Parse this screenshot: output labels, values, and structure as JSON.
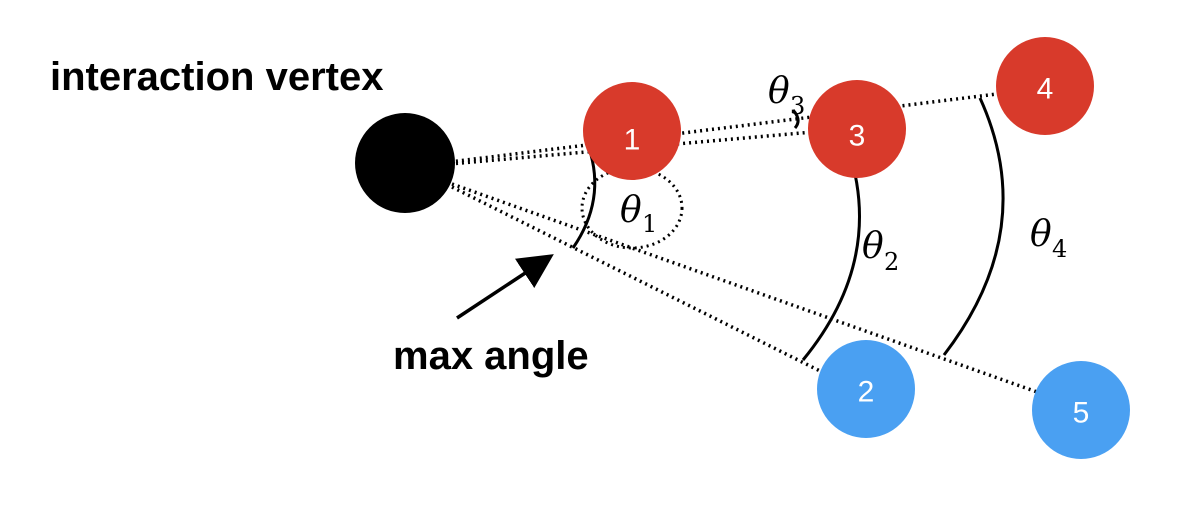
{
  "title": "interaction vertex",
  "annotation": "max angle",
  "colors": {
    "vertex": "#000000",
    "red": "#d83a2b",
    "blue": "#4aa0f2",
    "line": "#000000"
  },
  "nodes": [
    {
      "label": "1",
      "color": "red"
    },
    {
      "label": "2",
      "color": "blue"
    },
    {
      "label": "3",
      "color": "red"
    },
    {
      "label": "4",
      "color": "red"
    },
    {
      "label": "5",
      "color": "blue"
    }
  ],
  "angles": [
    {
      "symbol": "θ",
      "subscript": "1"
    },
    {
      "symbol": "θ",
      "subscript": "2"
    },
    {
      "symbol": "θ",
      "subscript": "3"
    },
    {
      "symbol": "θ",
      "subscript": "4"
    }
  ]
}
